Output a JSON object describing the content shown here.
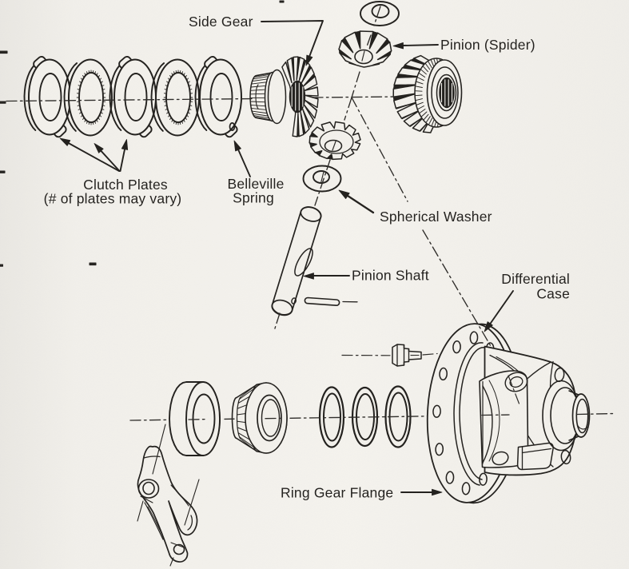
{
  "meta": {
    "title": "Differential exploded-view diagram",
    "paper_color": "#f3f1ec",
    "ink_color": "#211f1c"
  },
  "labels": {
    "side_gear": "Side Gear",
    "pinion_spider": "Pinion (Spider)",
    "clutch_plates_line1": "Clutch Plates",
    "clutch_plates_line2": "(# of plates may vary)",
    "belleville_line1": "Belleville",
    "belleville_line2": "Spring",
    "spherical_washer": "Spherical Washer",
    "pinion_shaft": "Pinion Shaft",
    "differential_case_line1": "Differential",
    "differential_case_line2": "Case",
    "ring_gear_flange": "Ring Gear Flange"
  },
  "parts": [
    "clutch-plate-1",
    "clutch-plate-2",
    "clutch-plate-3",
    "clutch-plate-4",
    "belleville-spring-disc",
    "side-gear-left",
    "spherical-washer-top",
    "pinion-spider-upper",
    "side-gear-right",
    "pinion-spider-lower",
    "spherical-washer",
    "pinion-shaft-part",
    "roll-pin",
    "bearing-race",
    "tapered-roller-bearing",
    "shims",
    "case-bolt",
    "differential-case-part",
    "ring-gear-flange-disc",
    "pinion-lock-bracket"
  ]
}
